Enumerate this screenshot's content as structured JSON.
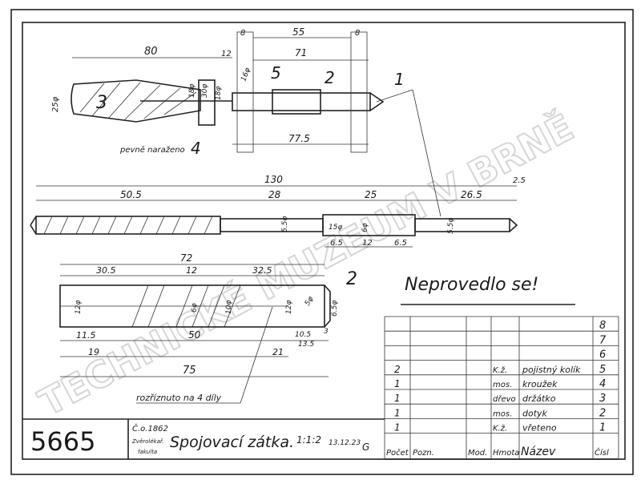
{
  "watermark": "TECHNICKÉ MUZEUM V BRNĚ",
  "drawing_number": "5665",
  "title_block": {
    "order_no": "Č.o.1862",
    "department": "Zvěrolékař.",
    "faculty": "fakulta",
    "title": "Spojovací zátka.",
    "scale": "1:1:2",
    "date": "13.12.23",
    "signature": "G"
  },
  "note": "Neprovedlo se!",
  "parts_table": {
    "headers": [
      "Počet",
      "Pozn.",
      "Mod.",
      "Hmota",
      "Název",
      "Čísl"
    ],
    "rows": [
      {
        "count": "",
        "material": "",
        "name": "",
        "no": "8"
      },
      {
        "count": "",
        "material": "",
        "name": "",
        "no": "7"
      },
      {
        "count": "",
        "material": "",
        "name": "",
        "no": "6"
      },
      {
        "count": "2",
        "material": "K.ž.",
        "name": "pojistný kolík",
        "no": "5"
      },
      {
        "count": "1",
        "material": "mos.",
        "name": "kroužek",
        "no": "4"
      },
      {
        "count": "1",
        "material": "dřevo",
        "name": "držátko",
        "no": "3"
      },
      {
        "count": "1",
        "material": "mos.",
        "name": "dotyk",
        "no": "2"
      },
      {
        "count": "1",
        "material": "K.ž.",
        "name": "vřeteno",
        "no": "1"
      }
    ]
  },
  "assembly_view": {
    "dims": [
      "80",
      "12",
      "8",
      "55",
      "8",
      "71",
      "77.5",
      "25φ",
      "18φ",
      "30φ",
      "18φ",
      "16φ"
    ],
    "part_labels": [
      "3",
      "5",
      "2",
      "1",
      "4"
    ],
    "note": "pevně naraženo"
  },
  "spindle_view": {
    "dims": [
      "130",
      "50.5",
      "28",
      "25",
      "26.5",
      "2.5",
      "5.5φ",
      "15φ",
      "6φ",
      "5.5φ",
      "6.5",
      "12",
      "6.5"
    ]
  },
  "contact_view": {
    "dims": [
      "72",
      "30.5",
      "12",
      "32.5",
      "12φ",
      "6φ",
      "10φ",
      "12φ",
      "5φ",
      "6.5φ",
      "11.5",
      "50",
      "10.5",
      "13.5",
      "3",
      "19",
      "21",
      "75"
    ],
    "part_label": "2",
    "note": "rozříznuto na 4 díly"
  }
}
